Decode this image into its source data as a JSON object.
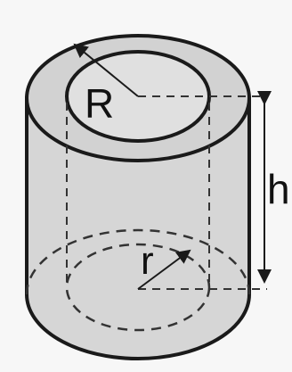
{
  "labels": {
    "outer_radius": "R",
    "inner_radius": "r",
    "height": "h"
  },
  "colors": {
    "background": "#f7f7f7",
    "fill": "#d6d6d6",
    "inner_fill": "#dcdcdc",
    "stroke": "#1a1a1a"
  }
}
